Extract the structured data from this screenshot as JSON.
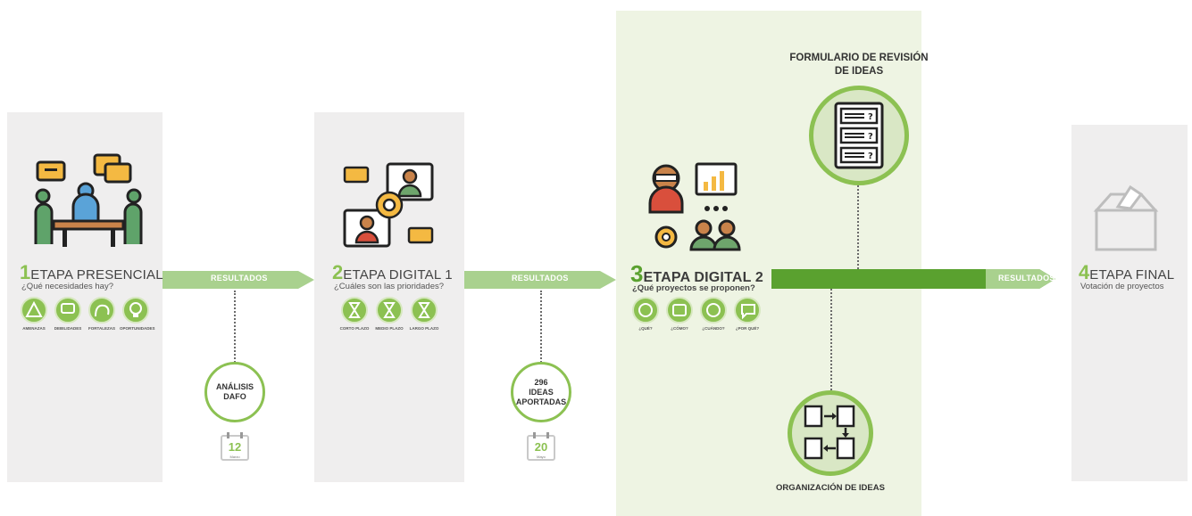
{
  "stages": [
    {
      "number": "1",
      "title": "ETAPA PRESENCIAL",
      "question": "¿Qué necesidades hay?",
      "items": [
        "AMENAZAS",
        "DEBILIDADES",
        "FORTALEZAS",
        "OPORTUNIDADES"
      ]
    },
    {
      "number": "2",
      "title": "ETAPA DIGITAL 1",
      "question": "¿Cuáles son las prioridades?",
      "items": [
        "CORTO PLAZO",
        "MEDIO PLAZO",
        "LARGO PLAZO"
      ]
    },
    {
      "number": "3",
      "title": "ETAPA DIGITAL 2",
      "question": "¿Qué proyectos se proponen?",
      "items": [
        "¿QUÉ?",
        "¿CÓMO?",
        "¿CUÁNDO?",
        "¿POR QUÉ?"
      ]
    },
    {
      "number": "4",
      "title": "ETAPA FINAL",
      "question": "Votación de proyectos"
    }
  ],
  "arrows": {
    "a1": "RESULTADOS",
    "a2": "RESULTADOS",
    "a3": "RESULTADOS"
  },
  "notes": {
    "dafo_line1": "ANÁLISIS",
    "dafo_line2": "DAFO",
    "ideas_line1": "296",
    "ideas_line2": "IDEAS",
    "ideas_line3": "APORTADAS"
  },
  "calendars": [
    {
      "day": "12",
      "month": "Marzo"
    },
    {
      "day": "20",
      "month": "Mayo"
    }
  ],
  "form_review": {
    "line1": "FORMULARIO DE REVISIÓN",
    "line2": "DE IDEAS"
  },
  "organization": "ORGANIZACIÓN DE IDEAS",
  "colors": {
    "green": "#8cc152",
    "dark_green": "#5aa12f",
    "light_green": "#a9d18e",
    "panel": "#efeeee",
    "panel3": "#eef4e3"
  }
}
